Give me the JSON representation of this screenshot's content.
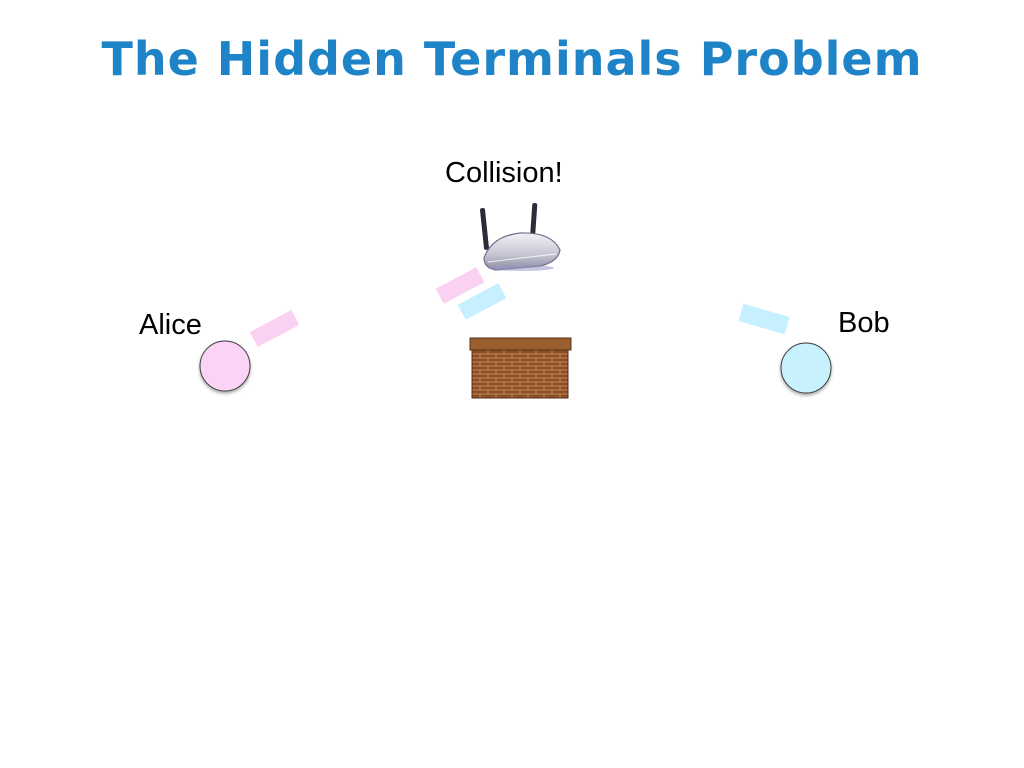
{
  "slide": {
    "title": "The Hidden Terminals Problem"
  },
  "diagram": {
    "collision_label": "Collision!",
    "left_node_label": "Alice",
    "right_node_label": "Bob",
    "icons": {
      "router": "wireless-router-icon",
      "wall": "brick-wall-icon"
    }
  },
  "colors": {
    "title": "#1f84c7",
    "alice": "#fbd3f4",
    "bob": "#c7f1fc",
    "alice_packet": "#fbd1f2",
    "bob_packet": "#c6efff",
    "brick": "#8a4e28",
    "mortar": "#c98a55"
  }
}
